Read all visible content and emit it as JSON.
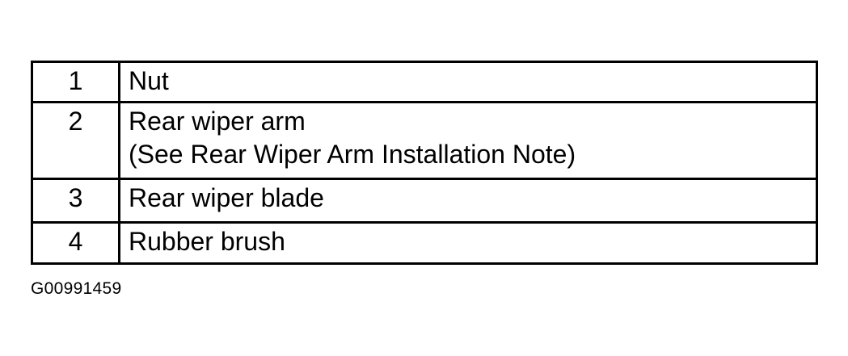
{
  "legend": {
    "rows": [
      {
        "number": "1",
        "lines": [
          "Nut"
        ]
      },
      {
        "number": "2",
        "lines": [
          "Rear wiper arm",
          "(See Rear Wiper Arm Installation Note)"
        ]
      },
      {
        "number": "3",
        "lines": [
          "Rear wiper blade"
        ]
      },
      {
        "number": "4",
        "lines": [
          "Rubber brush"
        ]
      }
    ]
  },
  "figure_id": "G00991459"
}
